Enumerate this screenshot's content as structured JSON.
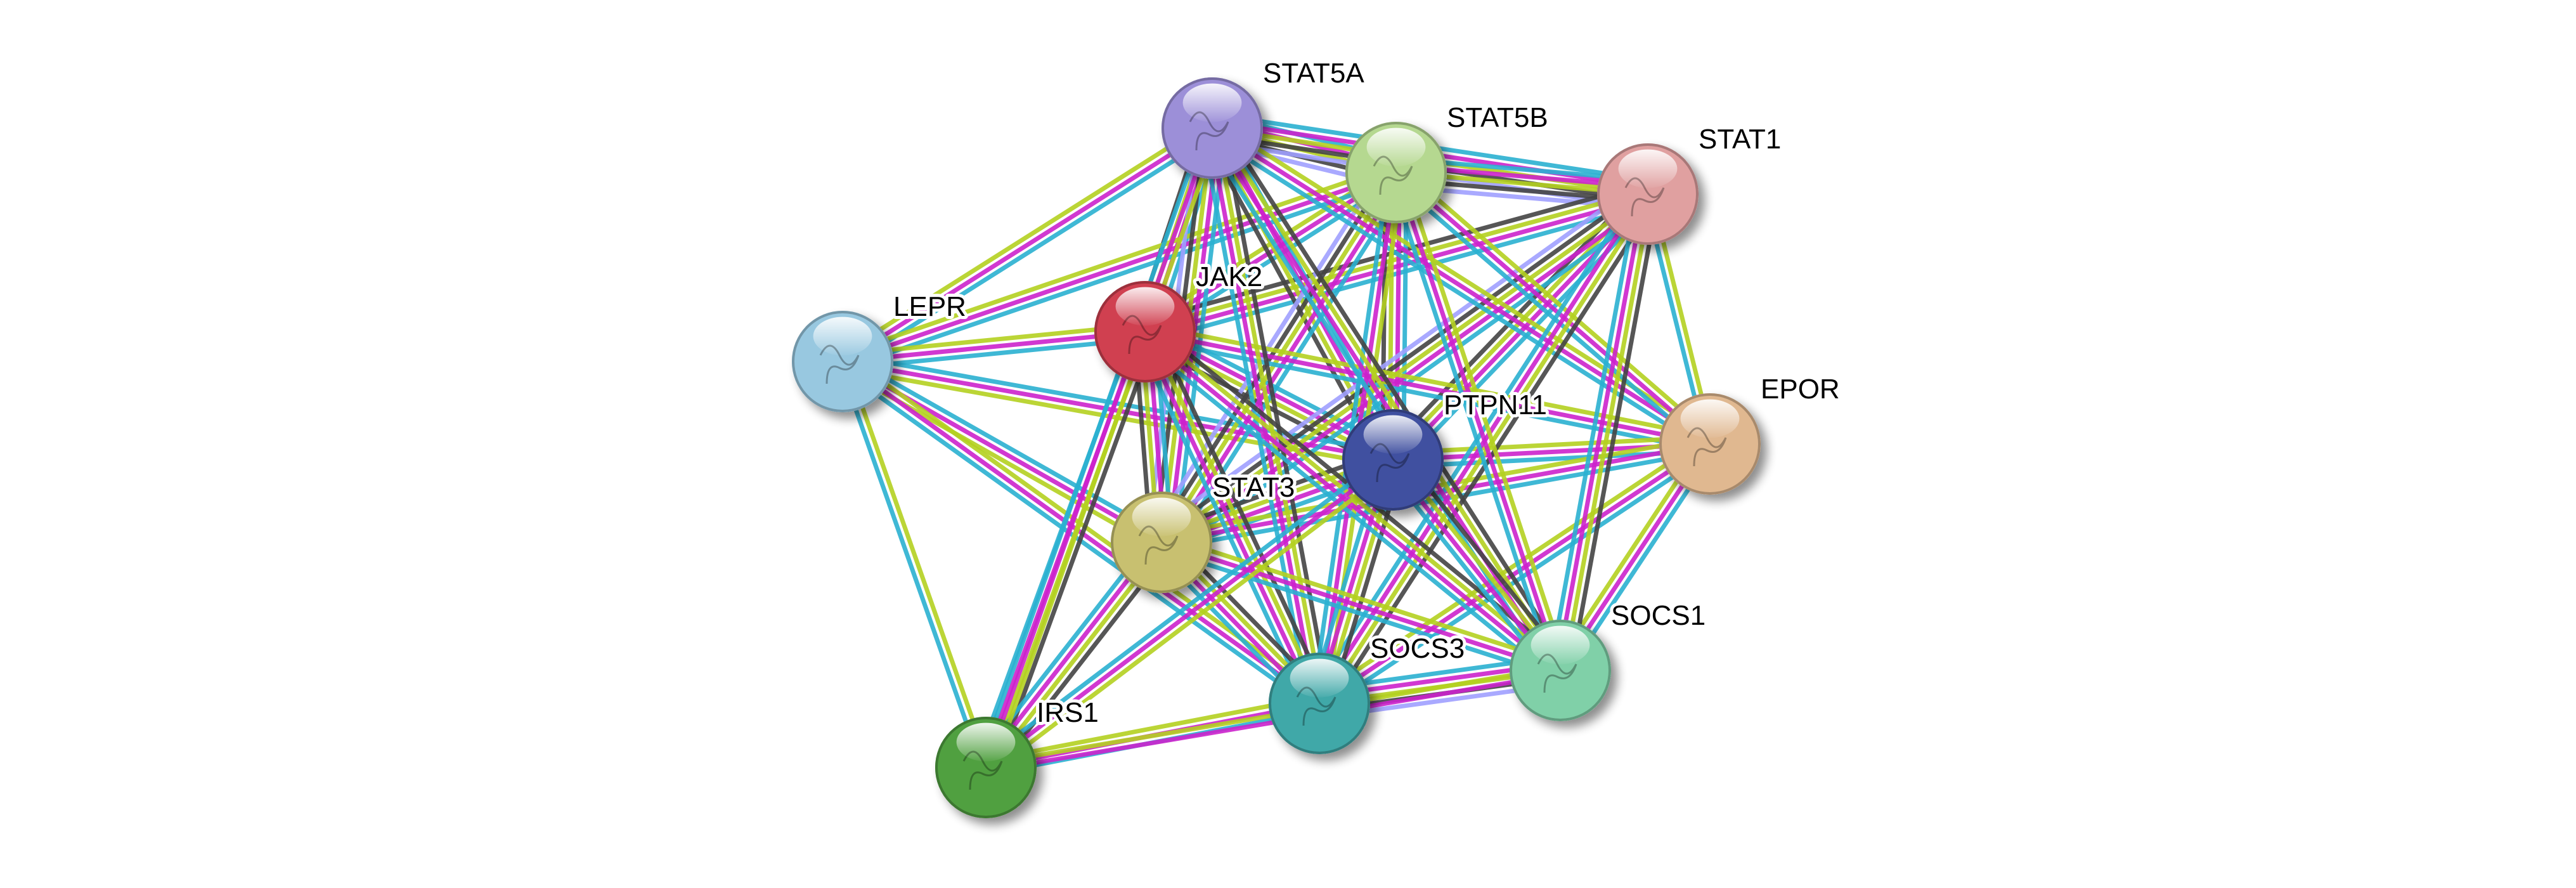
{
  "evidence_colors": {
    "database": "#2ab0d0",
    "experimental": "#cc22cc",
    "textmining": "#b4d020",
    "coexpression": "#444444",
    "homology": "#a0a0ff"
  },
  "nodes": [
    {
      "id": "STAT5A",
      "label": "STAT5A",
      "color": "#9c8fd8"
    },
    {
      "id": "STAT5B",
      "label": "STAT5B",
      "color": "#b5d890"
    },
    {
      "id": "STAT1",
      "label": "STAT1",
      "color": "#e0a0a0"
    },
    {
      "id": "JAK2",
      "label": "JAK2",
      "color": "#d04050"
    },
    {
      "id": "LEPR",
      "label": "LEPR",
      "color": "#98c8e0"
    },
    {
      "id": "PTPN11",
      "label": "PTPN11",
      "color": "#4050a0"
    },
    {
      "id": "EPOR",
      "label": "EPOR",
      "color": "#e0b890"
    },
    {
      "id": "STAT3",
      "label": "STAT3",
      "color": "#c8c070"
    },
    {
      "id": "SOCS3",
      "label": "SOCS3",
      "color": "#40a8a8"
    },
    {
      "id": "SOCS1",
      "label": "SOCS1",
      "color": "#80d0a8"
    },
    {
      "id": "IRS1",
      "label": "IRS1",
      "color": "#50a040"
    }
  ],
  "edges": [
    [
      "STAT5A",
      "STAT5B",
      [
        "database",
        "experimental",
        "textmining",
        "coexpression",
        "homology"
      ]
    ],
    [
      "STAT5A",
      "STAT1",
      [
        "database",
        "experimental",
        "textmining",
        "coexpression",
        "homology"
      ]
    ],
    [
      "STAT5B",
      "STAT1",
      [
        "database",
        "experimental",
        "textmining",
        "coexpression",
        "homology"
      ]
    ],
    [
      "STAT5A",
      "JAK2",
      [
        "database",
        "experimental",
        "textmining",
        "coexpression"
      ]
    ],
    [
      "STAT5B",
      "JAK2",
      [
        "database",
        "experimental",
        "textmining"
      ]
    ],
    [
      "STAT1",
      "JAK2",
      [
        "database",
        "experimental",
        "textmining",
        "coexpression"
      ]
    ],
    [
      "STAT5A",
      "LEPR",
      [
        "database",
        "experimental",
        "textmining"
      ]
    ],
    [
      "STAT5B",
      "LEPR",
      [
        "database",
        "experimental",
        "textmining"
      ]
    ],
    [
      "JAK2",
      "LEPR",
      [
        "database",
        "experimental",
        "textmining"
      ]
    ],
    [
      "STAT5A",
      "PTPN11",
      [
        "database",
        "experimental",
        "textmining",
        "coexpression"
      ]
    ],
    [
      "STAT5B",
      "PTPN11",
      [
        "database",
        "experimental",
        "textmining",
        "coexpression"
      ]
    ],
    [
      "STAT1",
      "PTPN11",
      [
        "database",
        "experimental",
        "textmining",
        "coexpression"
      ]
    ],
    [
      "JAK2",
      "PTPN11",
      [
        "database",
        "experimental",
        "textmining",
        "coexpression"
      ]
    ],
    [
      "LEPR",
      "PTPN11",
      [
        "database",
        "experimental",
        "textmining"
      ]
    ],
    [
      "STAT5A",
      "STAT3",
      [
        "database",
        "experimental",
        "textmining",
        "coexpression",
        "homology"
      ]
    ],
    [
      "STAT5B",
      "STAT3",
      [
        "database",
        "experimental",
        "textmining",
        "coexpression",
        "homology"
      ]
    ],
    [
      "STAT1",
      "STAT3",
      [
        "database",
        "experimental",
        "textmining",
        "coexpression",
        "homology"
      ]
    ],
    [
      "JAK2",
      "STAT3",
      [
        "database",
        "experimental",
        "textmining",
        "coexpression"
      ]
    ],
    [
      "LEPR",
      "STAT3",
      [
        "database",
        "experimental",
        "textmining"
      ]
    ],
    [
      "PTPN11",
      "STAT3",
      [
        "database",
        "experimental",
        "textmining",
        "coexpression"
      ]
    ],
    [
      "EPOR",
      "STAT5A",
      [
        "database",
        "experimental",
        "textmining"
      ]
    ],
    [
      "EPOR",
      "STAT5B",
      [
        "database",
        "experimental",
        "textmining"
      ]
    ],
    [
      "EPOR",
      "STAT1",
      [
        "database",
        "textmining"
      ]
    ],
    [
      "EPOR",
      "JAK2",
      [
        "database",
        "experimental",
        "textmining"
      ]
    ],
    [
      "EPOR",
      "PTPN11",
      [
        "database",
        "experimental",
        "textmining"
      ]
    ],
    [
      "EPOR",
      "STAT3",
      [
        "database",
        "experimental",
        "textmining"
      ]
    ],
    [
      "EPOR",
      "SOCS1",
      [
        "database",
        "experimental",
        "textmining"
      ]
    ],
    [
      "EPOR",
      "SOCS3",
      [
        "database",
        "experimental",
        "textmining"
      ]
    ],
    [
      "SOCS3",
      "STAT5A",
      [
        "database",
        "experimental",
        "textmining",
        "coexpression"
      ]
    ],
    [
      "SOCS3",
      "STAT5B",
      [
        "database",
        "experimental",
        "textmining"
      ]
    ],
    [
      "SOCS3",
      "STAT1",
      [
        "database",
        "experimental",
        "textmining",
        "coexpression"
      ]
    ],
    [
      "SOCS3",
      "JAK2",
      [
        "database",
        "experimental",
        "textmining",
        "coexpression"
      ]
    ],
    [
      "SOCS3",
      "LEPR",
      [
        "database",
        "experimental",
        "textmining"
      ]
    ],
    [
      "SOCS3",
      "PTPN11",
      [
        "database",
        "experimental",
        "textmining",
        "coexpression"
      ]
    ],
    [
      "SOCS3",
      "STAT3",
      [
        "database",
        "experimental",
        "textmining",
        "coexpression"
      ]
    ],
    [
      "SOCS3",
      "SOCS1",
      [
        "database",
        "experimental",
        "textmining",
        "coexpression",
        "homology"
      ]
    ],
    [
      "SOCS3",
      "IRS1",
      [
        "database",
        "experimental",
        "textmining"
      ]
    ],
    [
      "SOCS1",
      "STAT5A",
      [
        "database",
        "experimental",
        "textmining",
        "coexpression"
      ]
    ],
    [
      "SOCS1",
      "STAT5B",
      [
        "database",
        "experimental",
        "textmining"
      ]
    ],
    [
      "SOCS1",
      "STAT1",
      [
        "database",
        "experimental",
        "textmining",
        "coexpression"
      ]
    ],
    [
      "SOCS1",
      "JAK2",
      [
        "database",
        "experimental",
        "textmining",
        "coexpression"
      ]
    ],
    [
      "SOCS1",
      "PTPN11",
      [
        "database",
        "experimental",
        "textmining",
        "coexpression"
      ]
    ],
    [
      "SOCS1",
      "STAT3",
      [
        "database",
        "experimental",
        "textmining"
      ]
    ],
    [
      "SOCS1",
      "IRS1",
      [
        "experimental",
        "textmining"
      ]
    ],
    [
      "IRS1",
      "LEPR",
      [
        "database",
        "textmining"
      ]
    ],
    [
      "IRS1",
      "JAK2",
      [
        "database",
        "experimental",
        "textmining",
        "coexpression"
      ]
    ],
    [
      "IRS1",
      "STAT3",
      [
        "database",
        "experimental",
        "textmining",
        "coexpression"
      ]
    ],
    [
      "IRS1",
      "PTPN11",
      [
        "database",
        "experimental",
        "textmining"
      ]
    ],
    [
      "IRS1",
      "STAT5A",
      [
        "database",
        "experimental",
        "textmining"
      ]
    ]
  ]
}
